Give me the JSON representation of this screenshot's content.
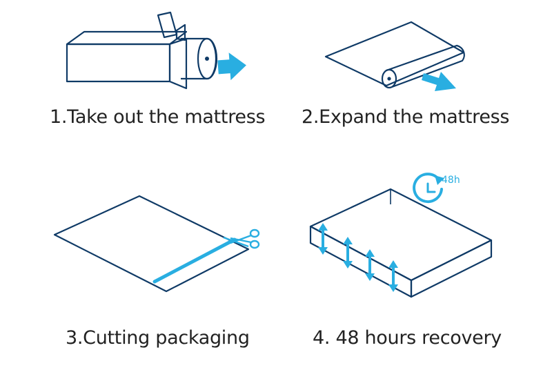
{
  "colors": {
    "navy": "#0f3a66",
    "accent": "#29aee1",
    "text": "#222222"
  },
  "steps": [
    {
      "caption": "1.Take out the mattress",
      "icon": "box-and-rolled-mattress-icon"
    },
    {
      "caption": "2.Expand the mattress",
      "icon": "unrolling-mattress-icon"
    },
    {
      "caption": "3.Cutting packaging",
      "icon": "scissors-cutting-film-icon"
    },
    {
      "caption": "4. 48 hours recovery",
      "icon": "expanding-mattress-icon"
    }
  ],
  "clock": {
    "label": "48h"
  }
}
